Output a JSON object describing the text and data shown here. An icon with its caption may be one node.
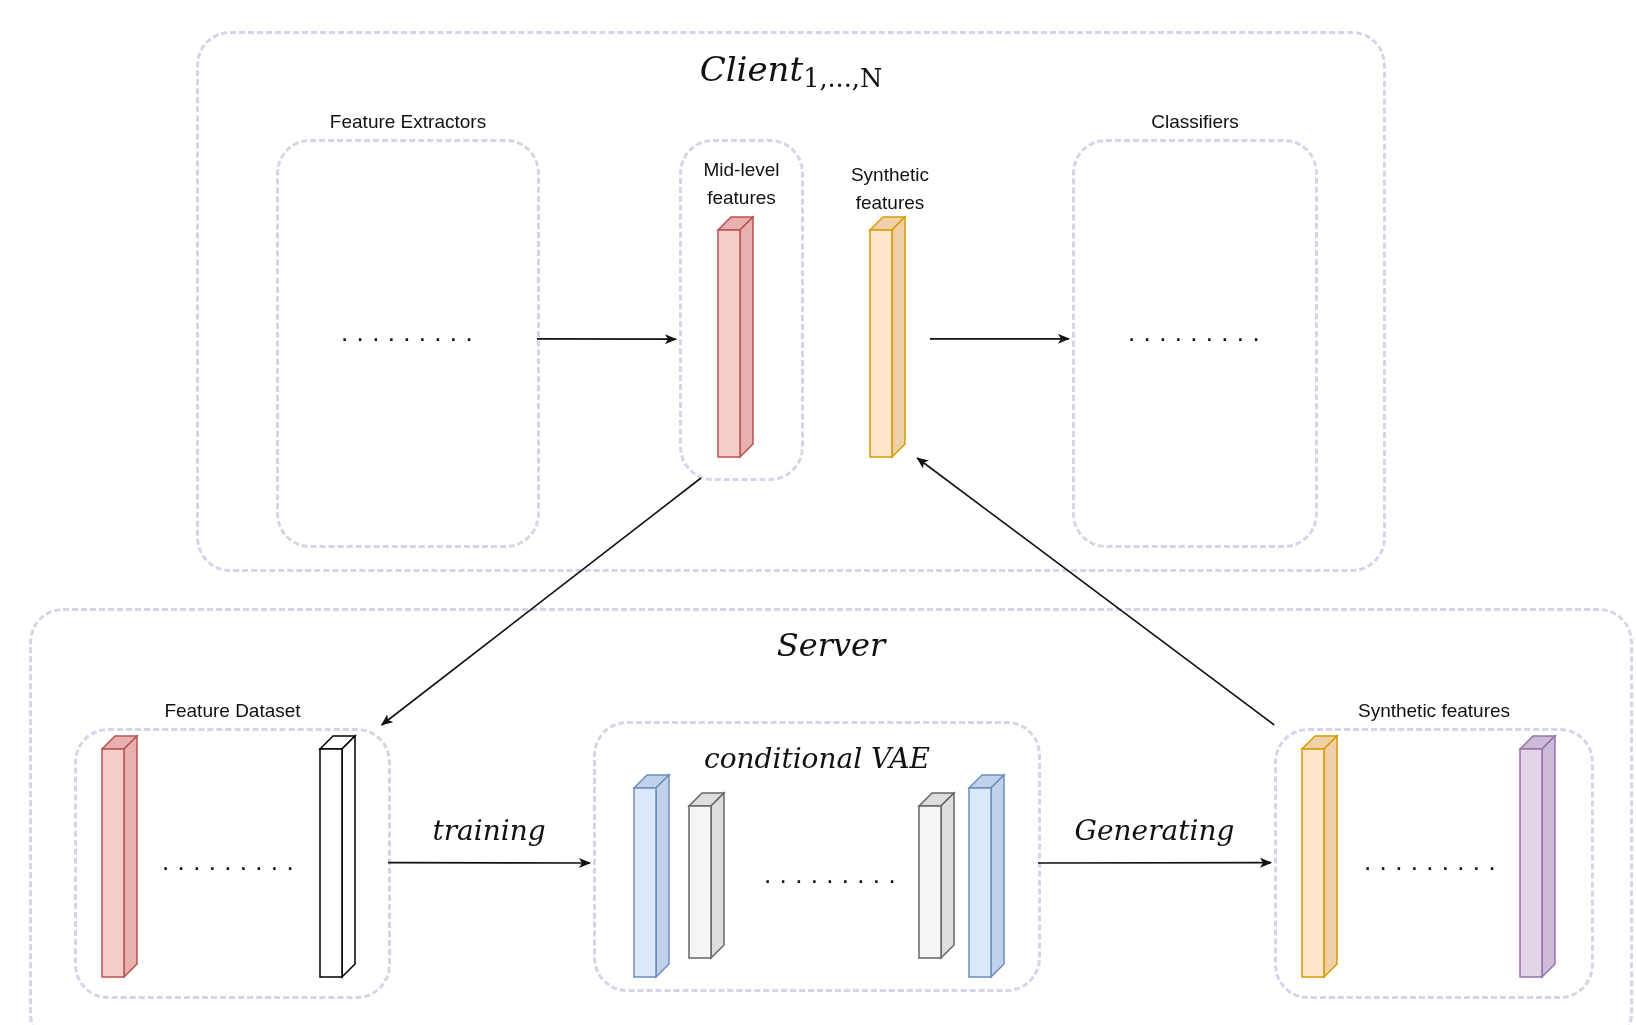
{
  "diagram": {
    "nodes": [
      {
        "text": [
          "*Client*$_{1,...,N}$"
        ]
      },
      {
        "text": [
          "Feature Extractors",
          "........."
        ],
        "in": 0
      },
      {
        "text": [
          "Mid-level features"
        ],
        "in": 0
      },
      {
        "text": [
          "Synthetic features"
        ],
        "in": 0
      },
      {
        "text": [
          "Classifiers",
          "........."
        ],
        "in": 0
      },
      {
        "text": [
          "Server"
        ]
      },
      {
        "text": [
          "Feature Dataset",
          "........."
        ],
        "in": 5
      },
      {
        "text": [
          "conditional VAE",
          "........."
        ],
        "in": 5
      },
      {
        "text": [
          "Synthetic features",
          "........."
        ],
        "in": 5
      }
    ],
    "edges": [
      {
        "from": 1,
        "to": 2,
        "arrow": "to"
      },
      {
        "from": 3,
        "to": 4,
        "arrow": "to"
      },
      {
        "from": 2,
        "to": 6,
        "arrow": "to"
      },
      {
        "from": 8,
        "to": 3,
        "arrow": "to"
      },
      {
        "from": 6,
        "to": 7,
        "arrow": "to",
        "label": "training"
      },
      {
        "from": 7,
        "to": 8,
        "arrow": "to",
        "label": "Generating"
      }
    ]
  }
}
